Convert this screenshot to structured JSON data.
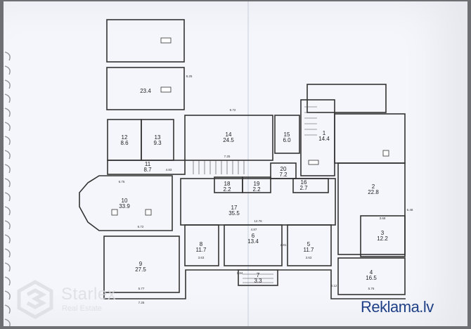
{
  "watermark": {
    "brand": "Starlex",
    "tagline": "Real Estate",
    "site": "Reklama.lv"
  },
  "rooms": [
    {
      "id": "r-top-a",
      "number": "",
      "area": ""
    },
    {
      "id": "r-top-b",
      "number": "",
      "area": "23.4"
    },
    {
      "id": "r1",
      "number": "1",
      "area": "14.4"
    },
    {
      "id": "r2",
      "number": "2",
      "area": "22.8"
    },
    {
      "id": "r3",
      "number": "3",
      "area": "12.2"
    },
    {
      "id": "r4",
      "number": "4",
      "area": "16.5"
    },
    {
      "id": "r5",
      "number": "5",
      "area": "11.7"
    },
    {
      "id": "r6",
      "number": "6",
      "area": "13.4"
    },
    {
      "id": "r7",
      "number": "7",
      "area": "3.3"
    },
    {
      "id": "r8",
      "number": "8",
      "area": "11.7"
    },
    {
      "id": "r9",
      "number": "9",
      "area": "27.5"
    },
    {
      "id": "r10",
      "number": "10",
      "area": "33.9"
    },
    {
      "id": "r11",
      "number": "11",
      "area": "8.7"
    },
    {
      "id": "r12",
      "number": "12",
      "area": "8.6"
    },
    {
      "id": "r13",
      "number": "13",
      "area": "9.3"
    },
    {
      "id": "r14",
      "number": "14",
      "area": "24.5"
    },
    {
      "id": "r15",
      "number": "15",
      "area": "6.0"
    },
    {
      "id": "r16",
      "number": "16",
      "area": "2.7"
    },
    {
      "id": "r17",
      "number": "17",
      "area": "35.5"
    },
    {
      "id": "r18",
      "number": "18",
      "area": "2.2"
    },
    {
      "id": "r19",
      "number": "19",
      "area": "2.2"
    },
    {
      "id": "r20",
      "number": "20",
      "area": "7.2"
    }
  ],
  "dimensions": [
    "9.72",
    "6.75",
    "6.72",
    "5.77",
    "7.25",
    "12.76",
    "4.87",
    "3.63",
    "8.25",
    "6.48",
    "3.68",
    "5.76",
    "2.12",
    "7.25",
    "4.83",
    "2.81",
    "1.84",
    "3.63"
  ]
}
